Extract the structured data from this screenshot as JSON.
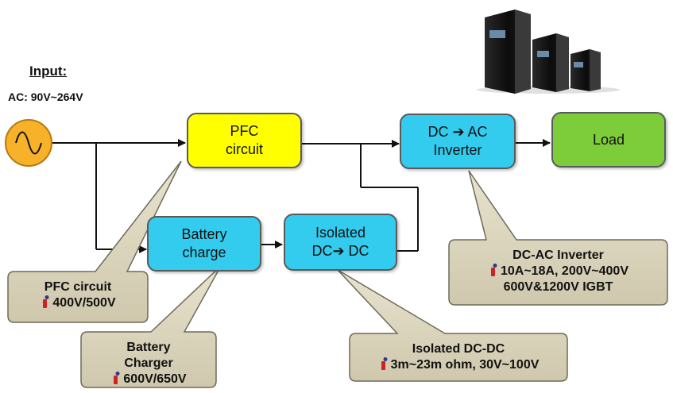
{
  "input": {
    "title": "Input:",
    "ac_range": "AC: 90V~264V"
  },
  "blocks": {
    "pfc": {
      "line1": "PFC",
      "line2": "circuit"
    },
    "inverter": {
      "line1": "DC ➔ AC",
      "line2": "Inverter"
    },
    "load": {
      "label": "Load"
    },
    "battery": {
      "line1": "Battery",
      "line2": "charge"
    },
    "isolated": {
      "line1": "Isolated",
      "line2": "DC➔ DC"
    }
  },
  "callouts": {
    "pfc": {
      "title": "PFC circuit",
      "spec": "400V/500V"
    },
    "battery_charger": {
      "title_line1": "Battery",
      "title_line2": "Charger",
      "spec": "600V/650V"
    },
    "isolated": {
      "title": "Isolated DC-DC",
      "spec": "3m~23m ohm, 30V~100V"
    },
    "inverter": {
      "title": "DC-AC Inverter",
      "spec_line1": "10A~18A, 200V~400V",
      "spec_line2": "600V&1200V IGBT"
    }
  },
  "colors": {
    "pfc_block": "#ffff00",
    "dc_blocks": "#33ccee",
    "load_block": "#7dcd3b",
    "ac_source": "#f7b22a",
    "callout_fill": "#d9d3bd",
    "brand_mark": "#cc2222"
  },
  "icons": {
    "ac_source": "sine-wave-source-icon",
    "product": "ups-tower-units-image",
    "brand": "brand-i-mark-icon"
  }
}
